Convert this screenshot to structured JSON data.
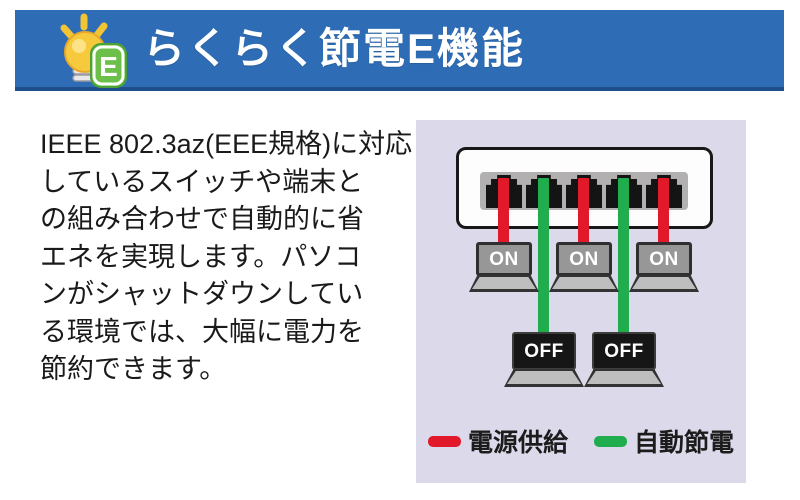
{
  "header": {
    "title": "らくらく節電E機能",
    "badge_letter": "E",
    "bg_color": "#2e6db6",
    "border_color": "#1e4f8b"
  },
  "body": {
    "lines": [
      "IEEE 802.3az(EEE規格)に対応",
      "しているスイッチや端末と",
      "の組み合わせで自動的に省",
      "エネを実現します。パソコ",
      "ンがシャットダウンしてい",
      "る環境では、大幅に電力を",
      "節約できます。"
    ],
    "full_text": "IEEE 802.3az(EEE規格)に対応しているスイッチや端末との組み合わせで自動的に省エネを実現します。パソコンがシャットダウンしている環境では、大幅に電力を節約できます。"
  },
  "diagram": {
    "panel_bg": "#dcdaea",
    "port_count": 5,
    "laptops": [
      {
        "label": "ON",
        "cable": "red"
      },
      {
        "label": "ON",
        "cable": "red"
      },
      {
        "label": "ON",
        "cable": "red"
      },
      {
        "label": "OFF",
        "cable": "green"
      },
      {
        "label": "OFF",
        "cable": "green"
      }
    ],
    "legend": [
      {
        "label": "電源供給",
        "color": "#e2182b"
      },
      {
        "label": "自動節電",
        "color": "#1fad4e"
      }
    ]
  }
}
